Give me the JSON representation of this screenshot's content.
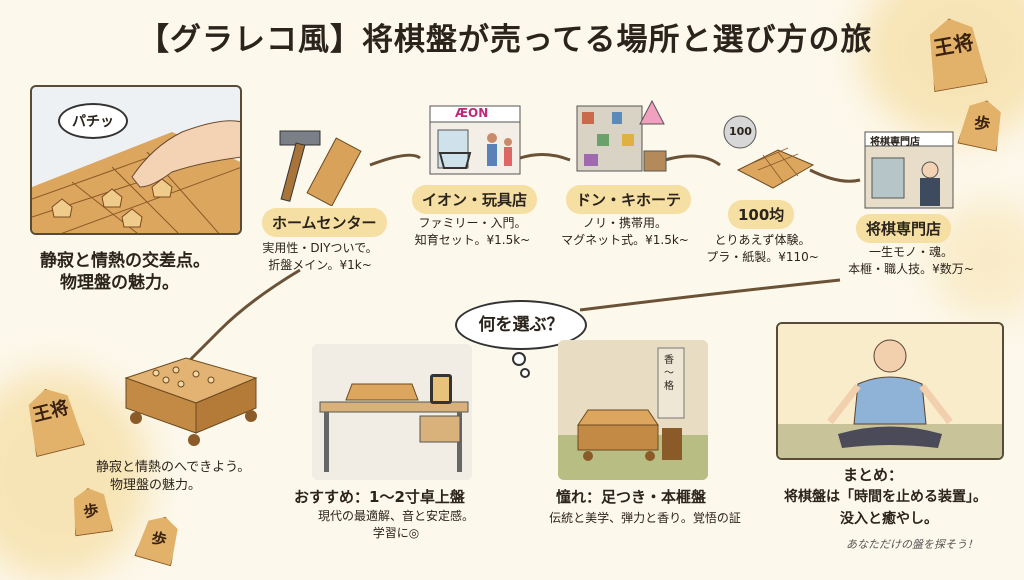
{
  "title": "【グラレコ風】将棋盤が売ってる場所と選び方の旅",
  "intro": {
    "bubble": "パチッ",
    "line1": "静寂と情熱の交差点。",
    "line2": "物理盤の魅力。"
  },
  "stores": [
    {
      "name": "ホームセンター",
      "desc": "実用性・DIYついで。\n折盤メイン。¥1k~"
    },
    {
      "name": "イオン・玩具店",
      "desc": "ファミリー・入門。\n知育セット。¥1.5k~"
    },
    {
      "name": "ドン・キホーテ",
      "desc": "ノリ・携帯用。\nマグネット式。¥1.5k~"
    },
    {
      "name": "100均",
      "desc": "とりあえず体験。\nプラ・紙製。¥110~"
    },
    {
      "name": "将棋専門店",
      "desc": "一生モノ・魂。\n本榧・職人技。¥数万~"
    }
  ],
  "aeon_sign": "ÆON",
  "coin_label": "100",
  "shop_sign": "将棋専門店",
  "question": "何を選ぶ？",
  "board_caption": {
    "line1": "静寂と情熱のへできよう。",
    "line2": "物理盤の魅力。"
  },
  "desk_option": {
    "title": "おすすめ：1～2寸卓上盤",
    "desc": "現代の最適解、音と安定感。\n学習に◎"
  },
  "legged_option": {
    "title": "憧れ：足つき・本榧盤",
    "desc": "伝統と美学、弾力と香り。覚悟の証"
  },
  "summary": {
    "title": "まとめ：",
    "line1": "将棋盤は「時間を止める装置」。",
    "line2": "没入と癒やし。"
  },
  "footer": "あなただけの盤を探そう！",
  "pieces": {
    "king": "王将",
    "pawn": "歩"
  },
  "scroll_text": "香 〜 格",
  "colors": {
    "wash": "#f3d58a",
    "pill": "#f6dfa3",
    "ink": "#2b241c",
    "wood": "#e3b26a"
  }
}
